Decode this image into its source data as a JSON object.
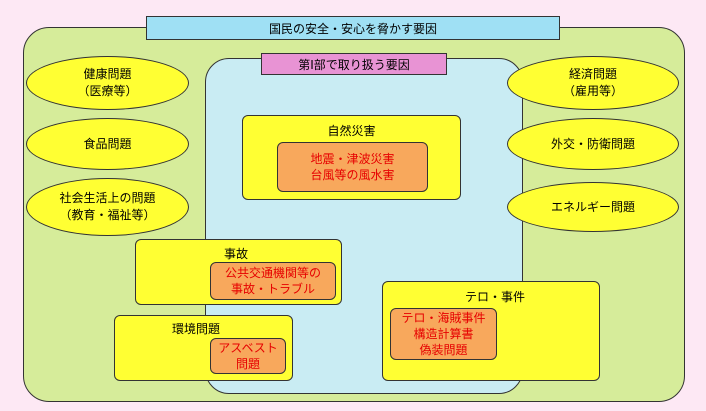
{
  "title": "国民の安全・安心を脅かす要因",
  "inner_title": "第Ⅰ部で取り扱う要因",
  "left_items": [
    {
      "line1": "健康問題",
      "line2": "（医療等）"
    },
    {
      "line1": "食品問題",
      "line2": ""
    },
    {
      "line1": "社会生活上の問題",
      "line2": "（教育・福祉等）"
    }
  ],
  "right_items": [
    {
      "line1": "経済問題",
      "line2": "（雇用等）"
    },
    {
      "line1": "外交・防衛問題",
      "line2": ""
    },
    {
      "line1": "エネルギー問題",
      "line2": ""
    }
  ],
  "groups": {
    "natural": {
      "label": "自然災害",
      "sub_line1": "地震・津波災害",
      "sub_line2": "台風等の風水害",
      "sub_line3": ""
    },
    "accident": {
      "label": "事故",
      "sub_line1": "公共交通機関等の",
      "sub_line2": "事故・トラブル",
      "sub_line3": ""
    },
    "environment": {
      "label": "環境問題",
      "sub_line1": "アスベスト",
      "sub_line2": "問題",
      "sub_line3": ""
    },
    "terror": {
      "label": "テロ・事件",
      "sub_line1": "テロ・海賊事件",
      "sub_line2": "構造計算書",
      "sub_line3": "偽装問題"
    }
  },
  "colors": {
    "background": "#fde8f4",
    "outer": "#d6ec9a",
    "inner": "#c9ecf3",
    "title_bar": "#9fe0f4",
    "inner_title": "#e893d4",
    "yellow": "#ffff33",
    "orange": "#f8a85c",
    "red_text": "#e60000"
  }
}
